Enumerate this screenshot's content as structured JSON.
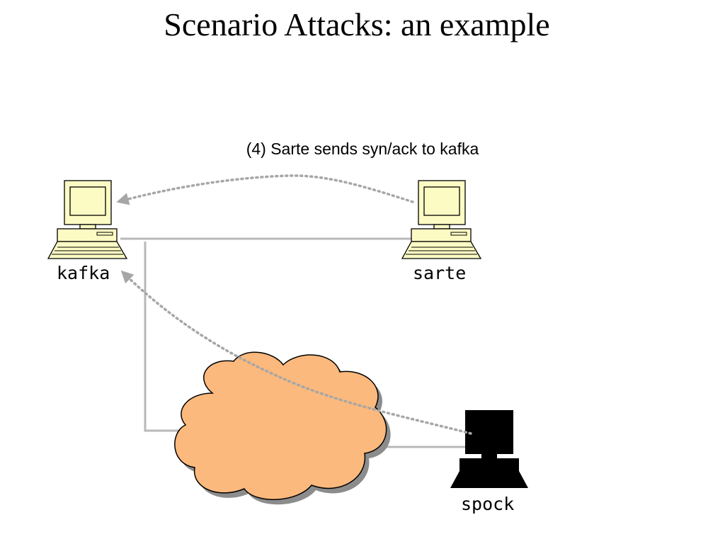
{
  "title": "Scenario Attacks: an example",
  "caption": "(4) Sarte sends syn/ack to kafka",
  "hosts": {
    "kafka": "kafka",
    "sarte": "sarte",
    "spock": "spock"
  },
  "colors": {
    "workstation_fill": "#fdfbc4",
    "attacker_fill": "#000000",
    "cloud_fill": "#fcb97d",
    "network_line": "#b8b8b8",
    "dotted_arrow": "#a6a6a6"
  },
  "icons": {
    "kafka": "workstation-icon",
    "sarte": "workstation-icon",
    "spock": "attacker-workstation-icon",
    "network": "cloud-icon"
  }
}
